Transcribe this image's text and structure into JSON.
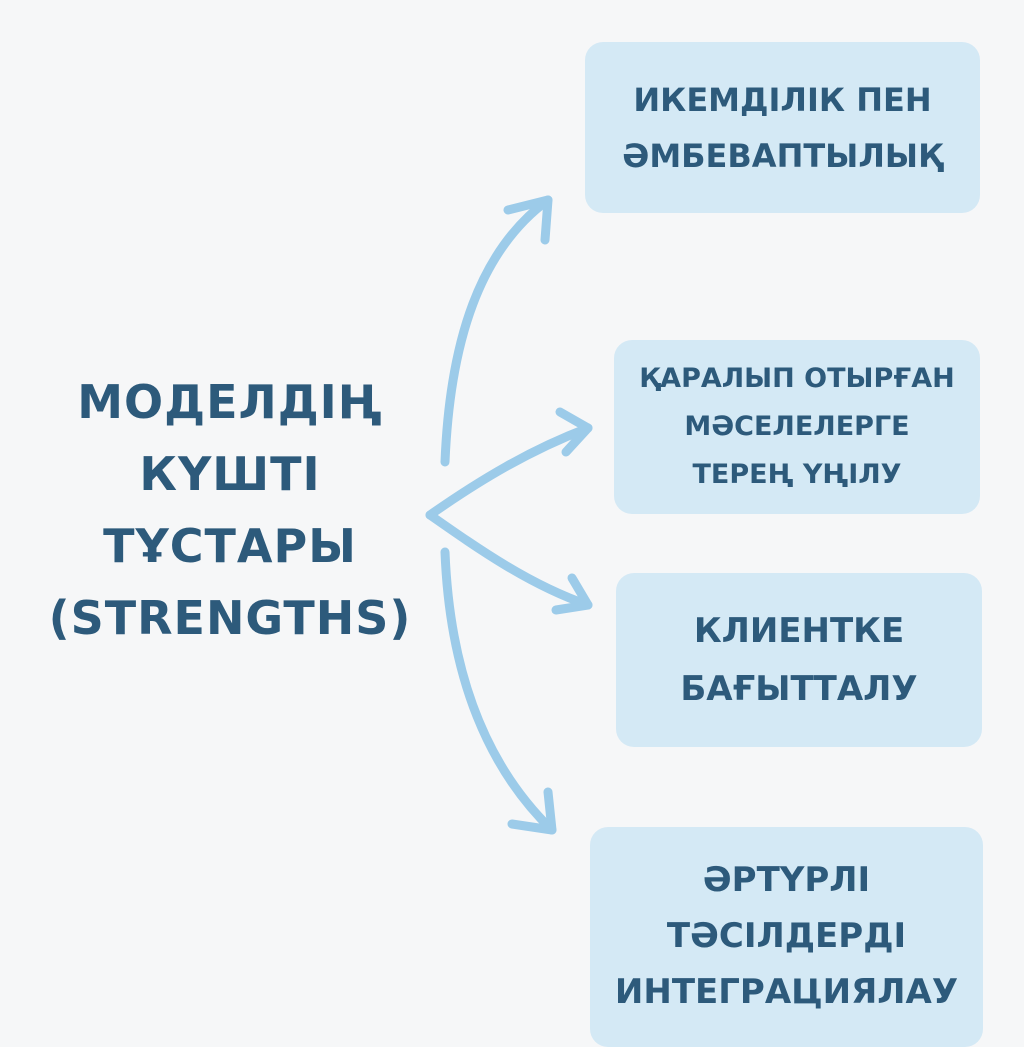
{
  "title": {
    "lines": [
      "МОДЕЛДІҢ",
      "КҮШТІ",
      "ТҰСТАРЫ",
      "(STRENGTHS)"
    ]
  },
  "strengths": [
    {
      "lines": [
        "ИКЕМДІЛІК ПЕН",
        "ӘМБЕВАПТЫЛЫҚ"
      ]
    },
    {
      "lines": [
        "ҚАРАЛЫП ОТЫРҒАН",
        "МӘСЕЛЕЛЕРГЕ",
        "ТЕРЕҢ ҮҢІЛУ"
      ]
    },
    {
      "lines": [
        "КЛИЕНТКЕ",
        "БАҒЫТТАЛУ"
      ]
    },
    {
      "lines": [
        "ӘРТҮРЛІ",
        "ТӘСІЛДЕРДІ",
        "ИНТЕГРАЦИЯЛАУ"
      ]
    }
  ],
  "colors": {
    "text": "#2d5a7b",
    "box": "#d4e9f5",
    "arrow": "#9ccbe9",
    "background": "#f6f7f8"
  }
}
